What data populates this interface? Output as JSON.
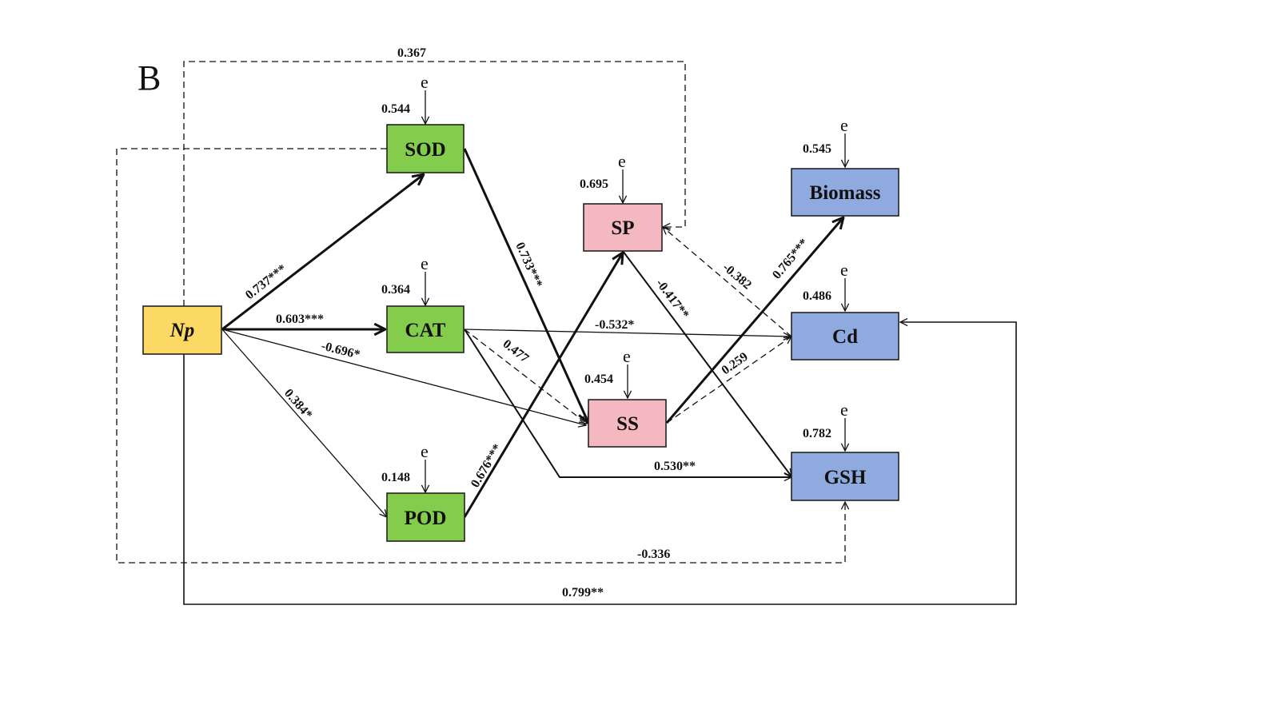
{
  "panel_label": "B",
  "colors": {
    "predictor": "#FBD964",
    "enzyme": "#84CC4C",
    "osmolyte": "#F3B8C0",
    "outcome": "#8FAADF",
    "line": "#111111"
  },
  "nodes": {
    "np": {
      "label": "Np",
      "r2": ""
    },
    "sod": {
      "label": "SOD",
      "r2": "0.544"
    },
    "cat": {
      "label": "CAT",
      "r2": "0.364"
    },
    "pod": {
      "label": "POD",
      "r2": "0.148"
    },
    "sp": {
      "label": "SP",
      "r2": "0.695"
    },
    "ss": {
      "label": "SS",
      "r2": "0.454"
    },
    "biomass": {
      "label": "Biomass",
      "r2": "0.545"
    },
    "cd": {
      "label": "Cd",
      "r2": "0.486"
    },
    "gsh": {
      "label": "GSH",
      "r2": "0.782"
    }
  },
  "error_label": "e",
  "paths": {
    "np_sod": "0.737***",
    "np_cat": "0.603***",
    "np_ss": "-0.696*",
    "np_pod": "0.384*",
    "sod_ss": "0.733***",
    "pod_sp": "0.676***",
    "cat_cd": "-0.532*",
    "cat_ss": "0.477",
    "cat_gsh": "0.530**",
    "sp_gsh": "-0.417**",
    "sp_cd": "-0.382",
    "ss_biomass": "0.765***",
    "ss_cd": "0.259",
    "np_sp": "0.367",
    "sod_gsh": "-0.336",
    "np_cd": "0.799**"
  }
}
